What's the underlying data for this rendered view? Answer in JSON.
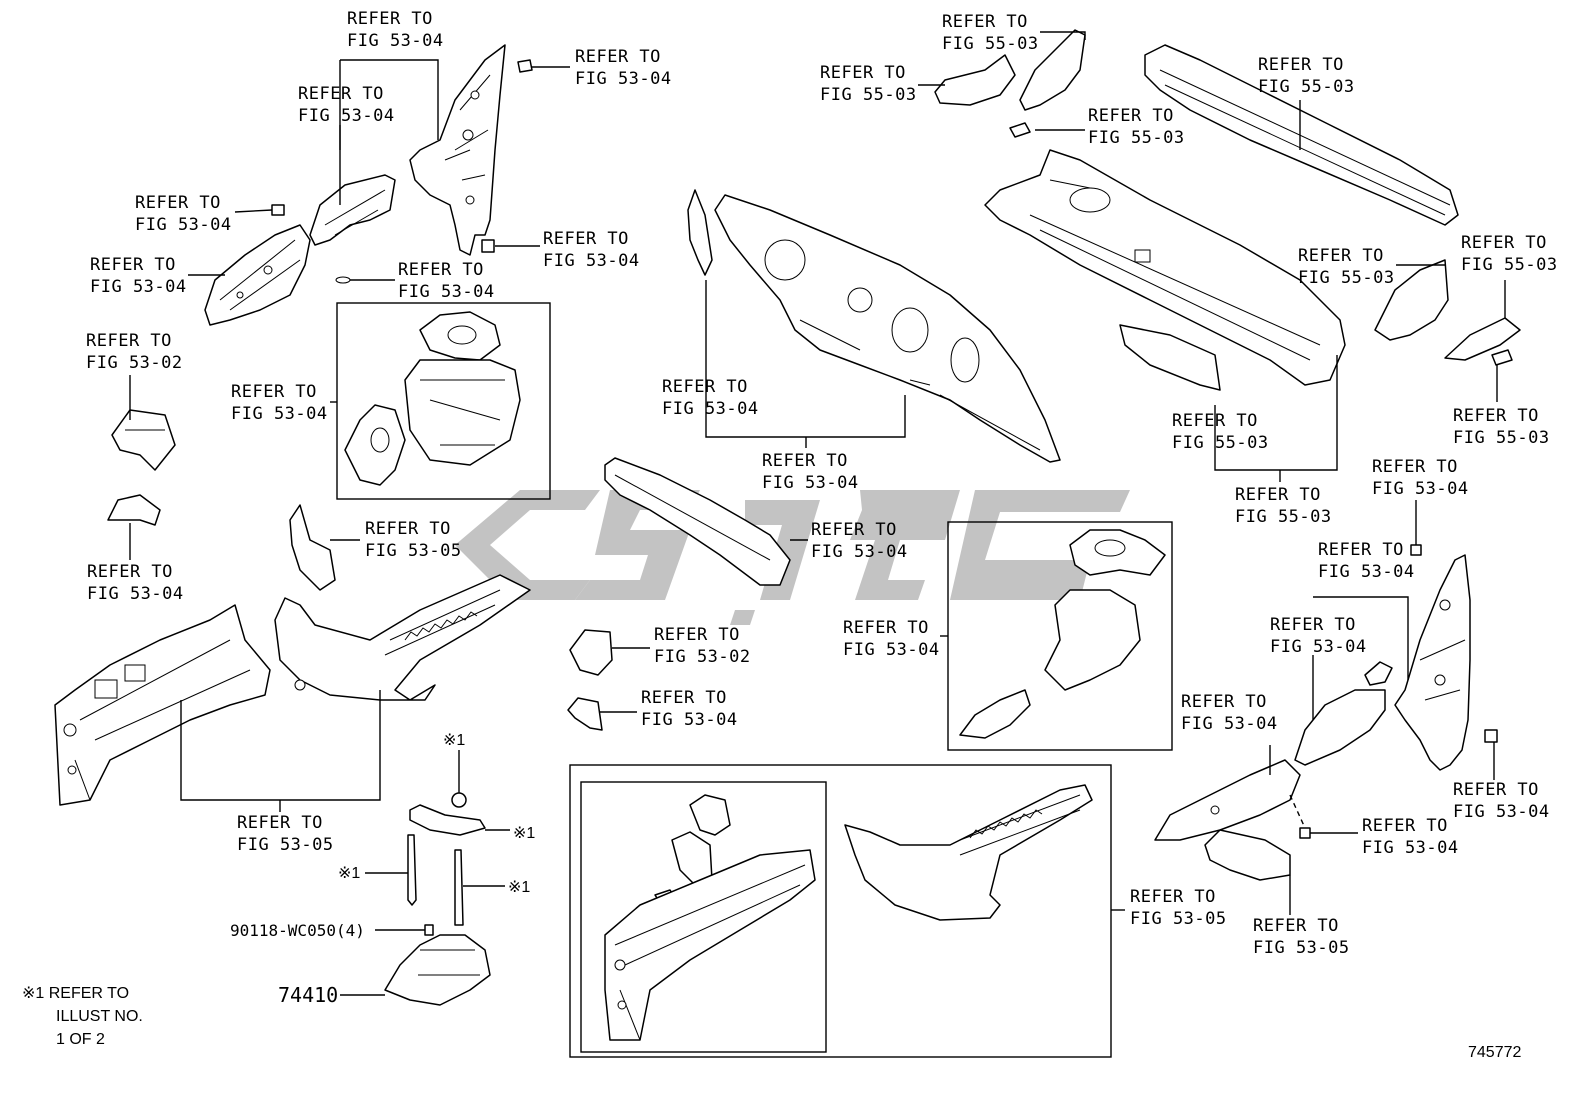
{
  "watermark_color": "#b9b9b9",
  "labels": {
    "l1": [
      "REFER TO",
      "FIG 53-04"
    ],
    "l2": [
      "REFER TO",
      "FIG 53-04"
    ],
    "l3": [
      "REFER TO",
      "FIG 53-04"
    ],
    "l4": [
      "REFER TO",
      "FIG 53-04"
    ],
    "l5": [
      "REFER TO",
      "FIG 53-04"
    ],
    "l6": [
      "REFER TO",
      "FIG 53-04"
    ],
    "l7": [
      "REFER TO",
      "FIG 53-04"
    ],
    "l8": [
      "REFER TO",
      "FIG 53-02"
    ],
    "l9": [
      "REFER TO",
      "FIG 53-04"
    ],
    "l10": [
      "REFER TO",
      "FIG 53-04"
    ],
    "l11": [
      "REFER TO",
      "FIG 53-05"
    ],
    "l12": [
      "REFER TO",
      "FIG 53-05"
    ],
    "l13": [
      "REFER TO",
      "FIG 55-03"
    ],
    "l14": [
      "REFER TO",
      "FIG 55-03"
    ],
    "l15": [
      "REFER TO",
      "FIG 55-03"
    ],
    "l16": [
      "REFER TO",
      "FIG 55-03"
    ],
    "l17": [
      "REFER TO",
      "FIG 53-04"
    ],
    "l18": [
      "REFER TO",
      "FIG 53-04"
    ],
    "l19": [
      "REFER TO",
      "FIG 53-04"
    ],
    "l20": [
      "REFER TO",
      "FIG 53-02"
    ],
    "l21": [
      "REFER TO",
      "FIG 53-04"
    ],
    "l22": [
      "REFER TO",
      "FIG 53-04"
    ],
    "l23": [
      "REFER TO",
      "FIG 55-03"
    ],
    "l24": [
      "REFER TO",
      "FIG 55-03"
    ],
    "l25": [
      "REFER TO",
      "FIG 55-03"
    ],
    "l26": [
      "REFER TO",
      "FIG 55-03"
    ],
    "l27": [
      "REFER TO",
      "FIG 55-03"
    ],
    "l28": [
      "REFER TO",
      "FIG 53-04"
    ],
    "l29": [
      "REFER TO",
      "FIG 53-04"
    ],
    "l30": [
      "REFER TO",
      "FIG 53-04"
    ],
    "l31": [
      "REFER TO",
      "FIG 53-04"
    ],
    "l32": [
      "REFER TO",
      "FIG 53-04"
    ],
    "l33": [
      "REFER TO",
      "FIG 53-04"
    ],
    "l34": [
      "REFER TO",
      "FIG 53-05"
    ],
    "l35": [
      "REFER TO",
      "FIG 53-05"
    ]
  },
  "mark": "※1",
  "part_numbers": {
    "bolt": "90118-WC050(4)",
    "bracket": "74410"
  },
  "note": {
    "line1": "※1 REFER TO",
    "line2": "ILLUST NO.",
    "line3": "1 OF 2"
  },
  "illustration_id": "745772"
}
